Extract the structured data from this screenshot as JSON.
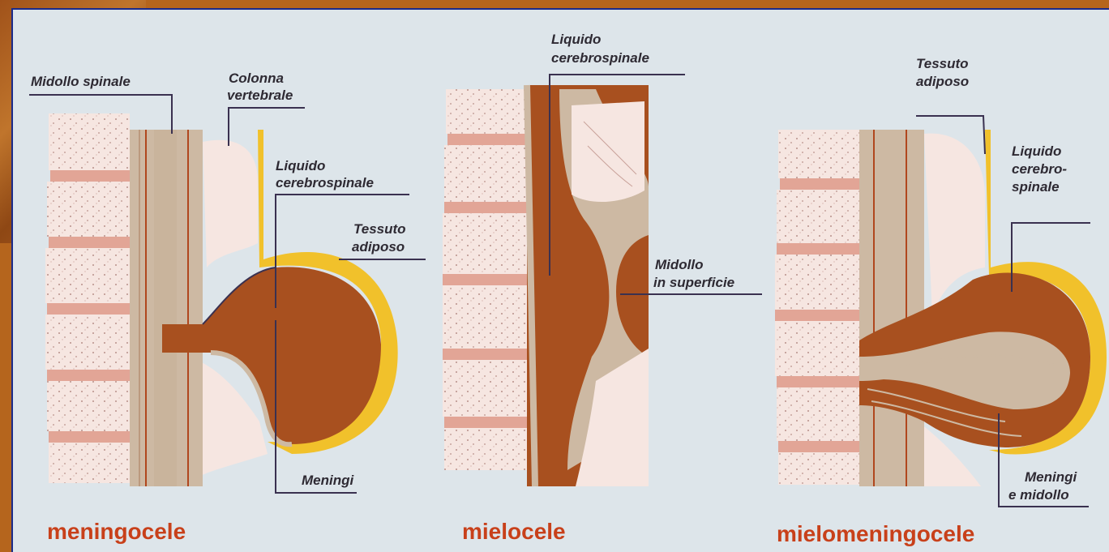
{
  "panels": [
    {
      "caption": "meningocele",
      "labels": {
        "midollo_spinale": "Midollo spinale",
        "colonna_1": "Colonna",
        "colonna_2": "vertebrale",
        "liquido_1": "Liquido",
        "liquido_2": "cerebrospinale",
        "tessuto_1": "Tessuto",
        "tessuto_2": "adiposo",
        "meningi": "Meningi"
      }
    },
    {
      "caption": "mielocele",
      "labels": {
        "liquido_1": "Liquido",
        "liquido_2": "cerebrospinale",
        "midollo_1": "Midollo",
        "midollo_2": "in superficie"
      }
    },
    {
      "caption": "mielomeningocele",
      "labels": {
        "tessuto_1": "Tessuto",
        "tessuto_2": "adiposo",
        "liquido_1": "Liquido",
        "liquido_2": "cerebro-",
        "liquido_3": "spinale",
        "meningi_1": "Meningi",
        "meningi_2": "e midollo"
      }
    }
  ],
  "colors": {
    "background": "#dde5ea",
    "vertebra": "#f6e6e1",
    "disc": "#e2a596",
    "csf_brown": "#a8501f",
    "cord_tan": "#cdb9a3",
    "fat_yellow": "#f1c12b",
    "caption_red": "#c8401a",
    "frame_blue": "#1a2a8a"
  }
}
